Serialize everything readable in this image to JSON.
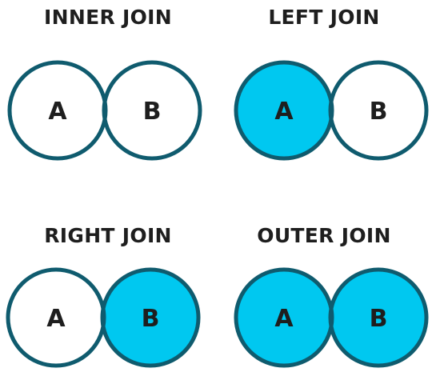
{
  "colors": {
    "fill": "#00c8f0",
    "stroke": "#0f5b6e",
    "background": "#ffffff",
    "text": "#1e1e1e"
  },
  "joins": [
    {
      "title": "INNER JOIN",
      "label_a": "A",
      "label_b": "B",
      "fill_a": false,
      "fill_b": false,
      "fill_overlap": true
    },
    {
      "title": "LEFT JOIN",
      "label_a": "A",
      "label_b": "B",
      "fill_a": true,
      "fill_b": false,
      "fill_overlap": true
    },
    {
      "title": "RIGHT JOIN",
      "label_a": "A",
      "label_b": "B",
      "fill_a": false,
      "fill_b": true,
      "fill_overlap": true
    },
    {
      "title": "OUTER JOIN",
      "label_a": "A",
      "label_b": "B",
      "fill_a": true,
      "fill_b": true,
      "fill_overlap": true
    }
  ]
}
